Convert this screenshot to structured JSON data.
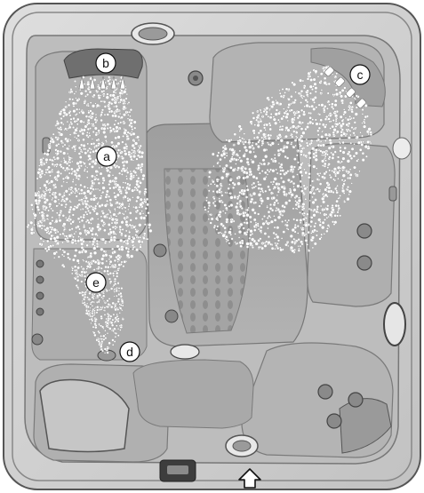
{
  "labels": {
    "a": "a",
    "b": "b",
    "c": "c",
    "d": "d",
    "e": "e"
  },
  "colors": {
    "shell": "#b9b9b9",
    "rim": "#d4d4d4",
    "seat": "#a7a7a7",
    "deep": "#8d8d8d",
    "spray": "#ffffff",
    "outline": "#444444"
  },
  "icons": {
    "arrow": "up-arrow-icon"
  }
}
